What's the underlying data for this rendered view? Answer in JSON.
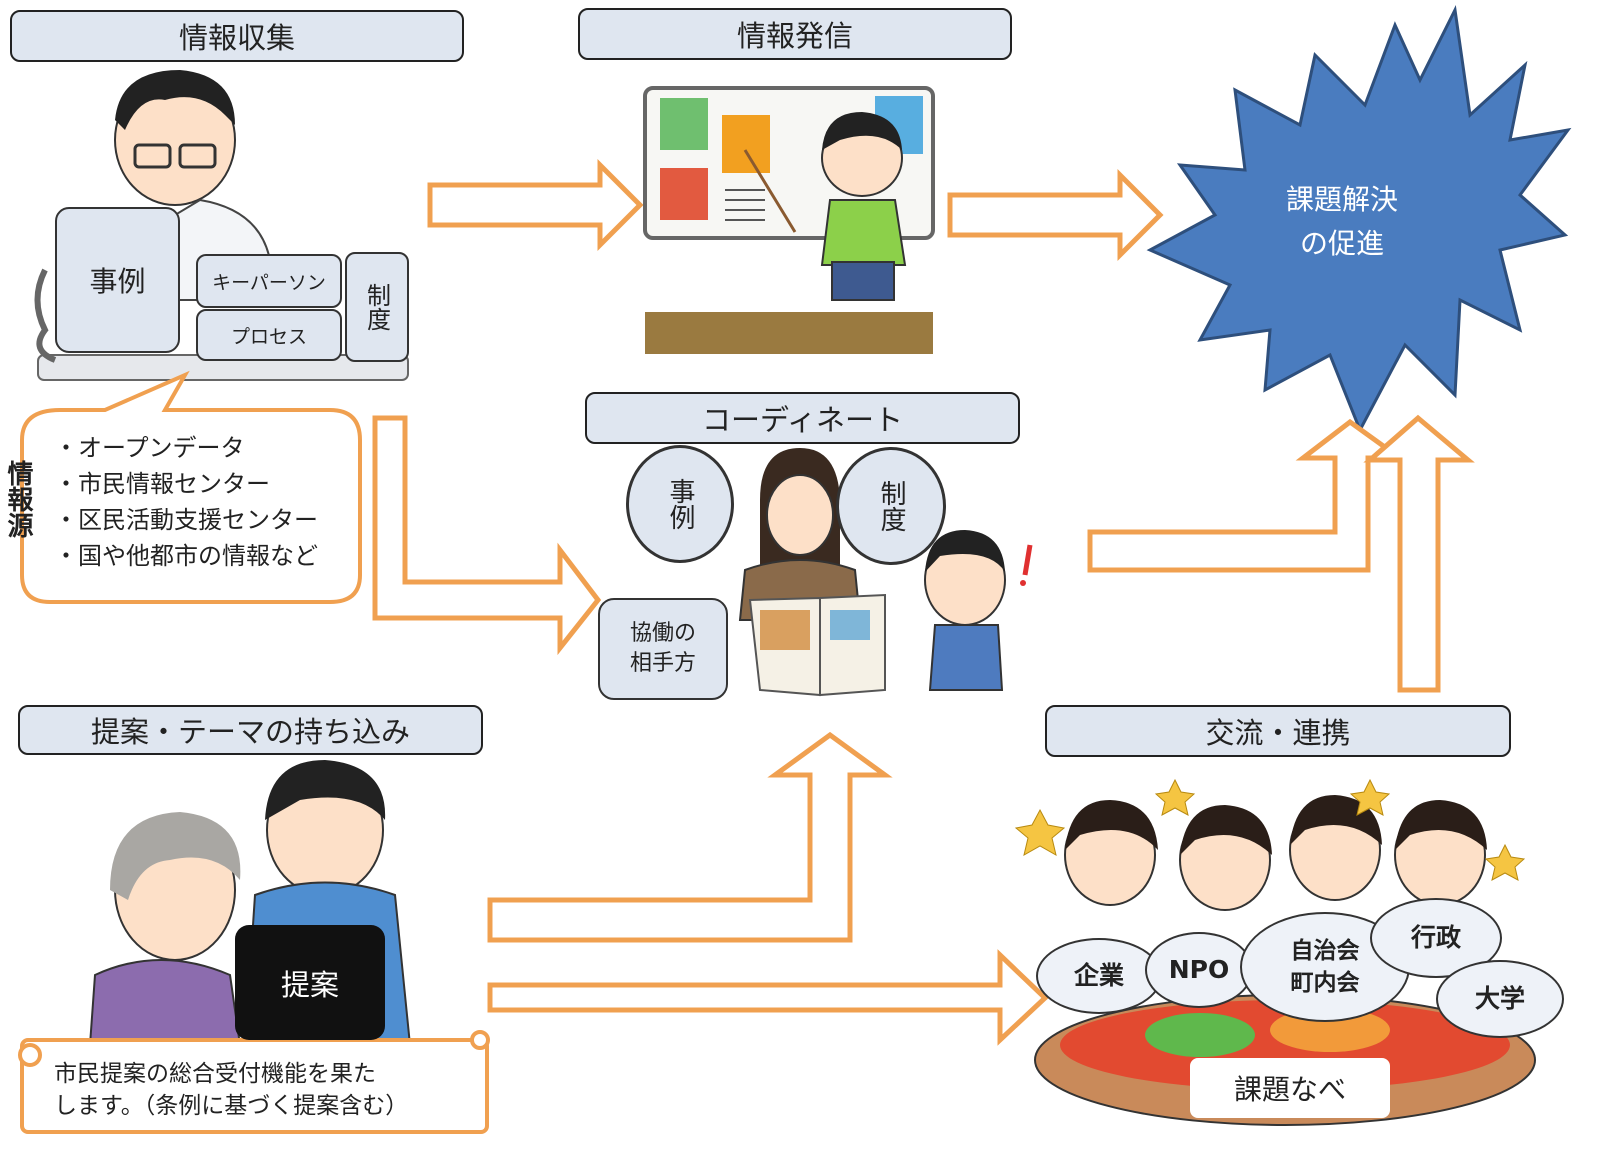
{
  "headers": {
    "collect": "情報収集",
    "send": "情報発信",
    "coordinate": "コーディネート",
    "proposal": "提案・テーマの持ち込み",
    "exchange": "交流・連携"
  },
  "collect_tags": {
    "cases": "事例",
    "key_person": "キーパーソン",
    "process": "プロセス",
    "system": "制度"
  },
  "info_source": {
    "label": "情報源",
    "items": [
      "・オープンデータ",
      "・市民情報センター",
      "・区民活動支援センター",
      "・国や他都市の情報など"
    ]
  },
  "coordinate_bubbles": {
    "cases": "事例",
    "system": "制度",
    "partner": "協働の\n相手方"
  },
  "goal": "課題解決\nの促進",
  "proposal": {
    "bag_label": "提案",
    "note": "市民提案の総合受付機能を果た\nします。（条例に基づく提案含む）"
  },
  "exchange": {
    "actors": [
      "企業",
      "NPO",
      "自治会\n町内会",
      "行政",
      "大学"
    ],
    "pot_label": "課題なべ"
  },
  "colors": {
    "header_fill": "#dfe6f0",
    "arrow_orange": "#f0a050",
    "burst_blue": "#4a7cbf",
    "bubble_orange": "#f0a050"
  }
}
